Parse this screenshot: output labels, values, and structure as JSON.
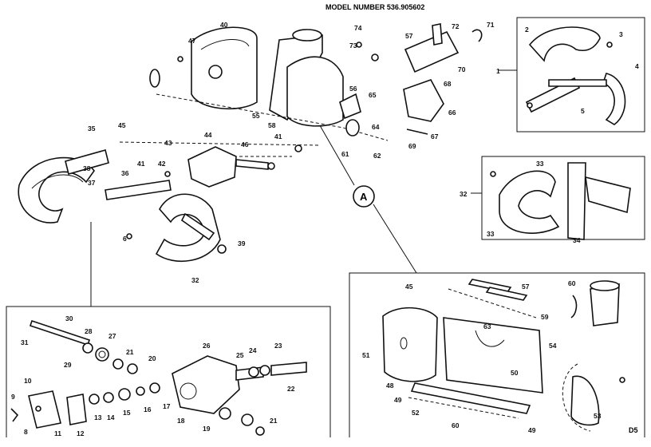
{
  "title": "MODEL NUMBER 536.905602",
  "callout": "A",
  "footer_code": "D5",
  "labels": [
    {
      "id": "l1",
      "t": "1"
    },
    {
      "id": "l2",
      "t": "2"
    },
    {
      "id": "l3",
      "t": "3"
    },
    {
      "id": "l4",
      "t": "4"
    },
    {
      "id": "l5",
      "t": "5"
    },
    {
      "id": "l6",
      "t": "6"
    },
    {
      "id": "l8",
      "t": "8"
    },
    {
      "id": "l9",
      "t": "9"
    },
    {
      "id": "l10",
      "t": "10"
    },
    {
      "id": "l11",
      "t": "11"
    },
    {
      "id": "l12",
      "t": "12"
    },
    {
      "id": "l13",
      "t": "13"
    },
    {
      "id": "l14",
      "t": "14"
    },
    {
      "id": "l15",
      "t": "15"
    },
    {
      "id": "l16",
      "t": "16"
    },
    {
      "id": "l17",
      "t": "17"
    },
    {
      "id": "l18",
      "t": "18"
    },
    {
      "id": "l19",
      "t": "19"
    },
    {
      "id": "l20",
      "t": "20"
    },
    {
      "id": "l21",
      "t": "21"
    },
    {
      "id": "l21b",
      "t": "21"
    },
    {
      "id": "l22",
      "t": "22"
    },
    {
      "id": "l23",
      "t": "23"
    },
    {
      "id": "l24",
      "t": "24"
    },
    {
      "id": "l25",
      "t": "25"
    },
    {
      "id": "l26",
      "t": "26"
    },
    {
      "id": "l27",
      "t": "27"
    },
    {
      "id": "l28",
      "t": "28"
    },
    {
      "id": "l29",
      "t": "29"
    },
    {
      "id": "l30",
      "t": "30"
    },
    {
      "id": "l31",
      "t": "31"
    },
    {
      "id": "l32",
      "t": "32"
    },
    {
      "id": "l32b",
      "t": "32"
    },
    {
      "id": "l33",
      "t": "33"
    },
    {
      "id": "l33b",
      "t": "33"
    },
    {
      "id": "l34",
      "t": "34"
    },
    {
      "id": "l35",
      "t": "35"
    },
    {
      "id": "l36",
      "t": "36"
    },
    {
      "id": "l37",
      "t": "37"
    },
    {
      "id": "l38",
      "t": "38"
    },
    {
      "id": "l39",
      "t": "39"
    },
    {
      "id": "l40",
      "t": "40"
    },
    {
      "id": "l41",
      "t": "41"
    },
    {
      "id": "l41b",
      "t": "41"
    },
    {
      "id": "l42",
      "t": "42"
    },
    {
      "id": "l43",
      "t": "43"
    },
    {
      "id": "l44",
      "t": "44"
    },
    {
      "id": "l45",
      "t": "45"
    },
    {
      "id": "l45b",
      "t": "45"
    },
    {
      "id": "l46",
      "t": "46"
    },
    {
      "id": "l47",
      "t": "47"
    },
    {
      "id": "l48",
      "t": "48"
    },
    {
      "id": "l49",
      "t": "49"
    },
    {
      "id": "l49b",
      "t": "49"
    },
    {
      "id": "l50",
      "t": "50"
    },
    {
      "id": "l51",
      "t": "51"
    },
    {
      "id": "l52",
      "t": "52"
    },
    {
      "id": "l53",
      "t": "53"
    },
    {
      "id": "l54",
      "t": "54"
    },
    {
      "id": "l55",
      "t": "55"
    },
    {
      "id": "l56",
      "t": "56"
    },
    {
      "id": "l57",
      "t": "57"
    },
    {
      "id": "l57b",
      "t": "57"
    },
    {
      "id": "l58",
      "t": "58"
    },
    {
      "id": "l59",
      "t": "59"
    },
    {
      "id": "l60",
      "t": "60"
    },
    {
      "id": "l60b",
      "t": "60"
    },
    {
      "id": "l61",
      "t": "61"
    },
    {
      "id": "l62",
      "t": "62"
    },
    {
      "id": "l63",
      "t": "63"
    },
    {
      "id": "l64",
      "t": "64"
    },
    {
      "id": "l65",
      "t": "65"
    },
    {
      "id": "l66",
      "t": "66"
    },
    {
      "id": "l67",
      "t": "67"
    },
    {
      "id": "l68",
      "t": "68"
    },
    {
      "id": "l69",
      "t": "69"
    },
    {
      "id": "l70",
      "t": "70"
    },
    {
      "id": "l71",
      "t": "71"
    },
    {
      "id": "l72",
      "t": "72"
    },
    {
      "id": "l73",
      "t": "73"
    },
    {
      "id": "l74",
      "t": "74"
    }
  ]
}
